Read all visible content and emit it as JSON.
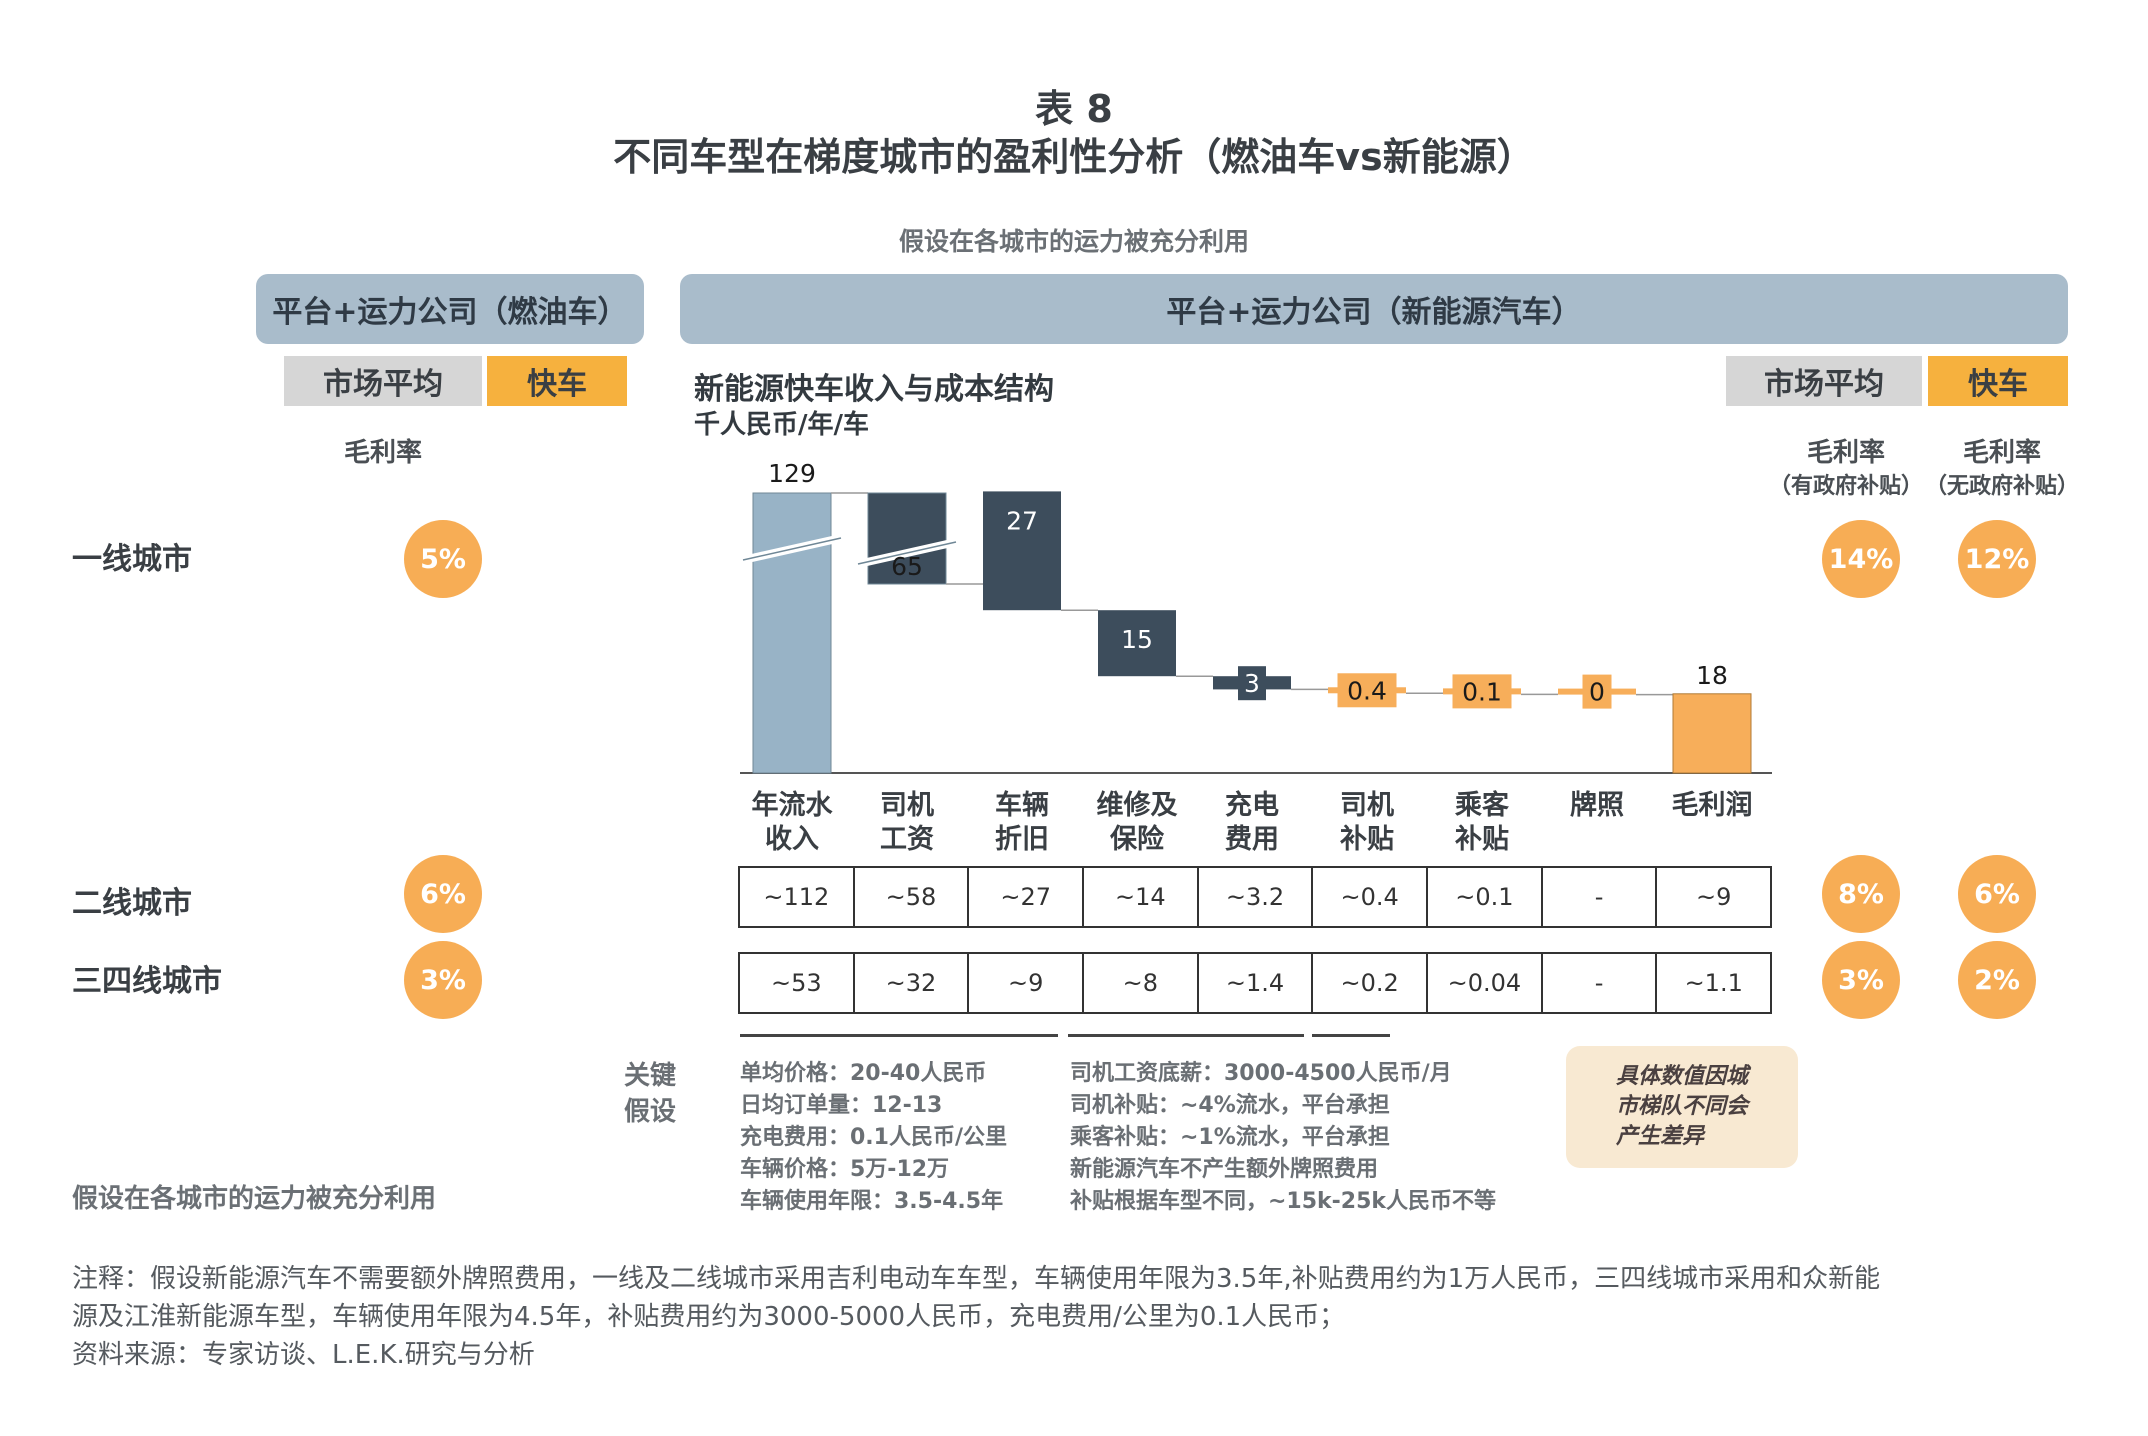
{
  "header": {
    "table_no": "表 8",
    "title": "不同车型在梯度城市的盈利性分析（燃油车vs新能源）",
    "assumption": "假设在各城市的运力被充分利用"
  },
  "left_panel": {
    "title": "平台+运力公司（燃油车）",
    "tag_market": "市场平均",
    "tag_fast": "快车",
    "margin_label": "毛利率"
  },
  "right_panel": {
    "title": "平台+运力公司（新能源汽车）",
    "tag_market": "市场平均",
    "tag_fast": "快车",
    "margin_label_1": "毛利率",
    "margin_note_1": "（有政府补贴）",
    "margin_label_2": "毛利率",
    "margin_note_2": "（无政府补贴）"
  },
  "chart_data": {
    "type": "bar",
    "subtype": "waterfall",
    "title": "新能源快车收入与成本结构",
    "unit": "千人民币/年/车",
    "axis_break": true,
    "categories": [
      "年流水收入",
      "司机工资",
      "车辆折旧",
      "维修及保险",
      "充电费用",
      "司机补贴",
      "乘客补贴",
      "牌照",
      "毛利润"
    ],
    "category_lines": [
      [
        "年流水",
        "收入"
      ],
      [
        "司机",
        "工资"
      ],
      [
        "车辆",
        "折旧"
      ],
      [
        "维修及",
        "保险"
      ],
      [
        "充电",
        "费用"
      ],
      [
        "司机",
        "补贴"
      ],
      [
        "乘客",
        "补贴"
      ],
      [
        "牌照"
      ],
      [
        "毛利润"
      ]
    ],
    "values": [
      129,
      65,
      27,
      15,
      3,
      0.4,
      0.1,
      0,
      18
    ],
    "labels": [
      "129",
      "65",
      "27",
      "15",
      "3",
      "0.4",
      "0.1",
      "0",
      "18"
    ],
    "kinds": [
      "total",
      "cost",
      "cost",
      "cost",
      "cost",
      "subsidy",
      "subsidy",
      "subsidy",
      "result"
    ],
    "colors": {
      "total": "#98b3c6",
      "cost": "#3d4d5c",
      "subsidy": "#f7ae5a",
      "result": "#f7ae5a"
    }
  },
  "cities": [
    {
      "name": "一线城市",
      "fuel_margin": "5%",
      "ev_margin_subsidy": "14%",
      "ev_margin_no_subsidy": "12%"
    },
    {
      "name": "二线城市",
      "fuel_margin": "6%",
      "ev_margin_subsidy": "8%",
      "ev_margin_no_subsidy": "6%",
      "row": [
        "~112",
        "~58",
        "~27",
        "~14",
        "~3.2",
        "~0.4",
        "~0.1",
        "-",
        "~9"
      ]
    },
    {
      "name": "三四线城市",
      "fuel_margin": "3%",
      "ev_margin_subsidy": "3%",
      "ev_margin_no_subsidy": "2%",
      "row": [
        "~53",
        "~32",
        "~9",
        "~8",
        "~1.4",
        "~0.2",
        "~0.04",
        "-",
        "~1.1"
      ]
    }
  ],
  "key_assumptions": {
    "heading_1": "关键",
    "heading_2": "假设",
    "col1": [
      "单均价格：20-40人民币",
      "日均订单量：12-13",
      "充电费用：0.1人民币/公里",
      "车辆价格：5万-12万",
      "车辆使用年限：3.5-4.5年"
    ],
    "col2": [
      "司机工资底薪：3000-4500人民币/月",
      "司机补贴：~4%流水，平台承担",
      "乘客补贴：~1%流水，平台承担",
      "新能源汽车不产生额外牌照费用",
      "补贴根据车型不同，~15k-25k人民币不等"
    ],
    "note_1": "具体数值因城",
    "note_2": "市梯队不同会",
    "note_3": "产生差异"
  },
  "bottom_assumption": "假设在各城市的运力被充分利用",
  "footnotes": {
    "line1": "注释：假设新能源汽车不需要额外牌照费用，一线及二线城市采用吉利电动车车型，车辆使用年限为3.5年,补贴费用约为1万人民币，三四线城市采用和众新能",
    "line2": "源及江淮新能源车型，车辆使用年限为4.5年，补贴费用约为3000-5000人民币，充电费用/公里为0.1人民币；",
    "line3": "资料来源：专家访谈、L.E.K.研究与分析"
  }
}
